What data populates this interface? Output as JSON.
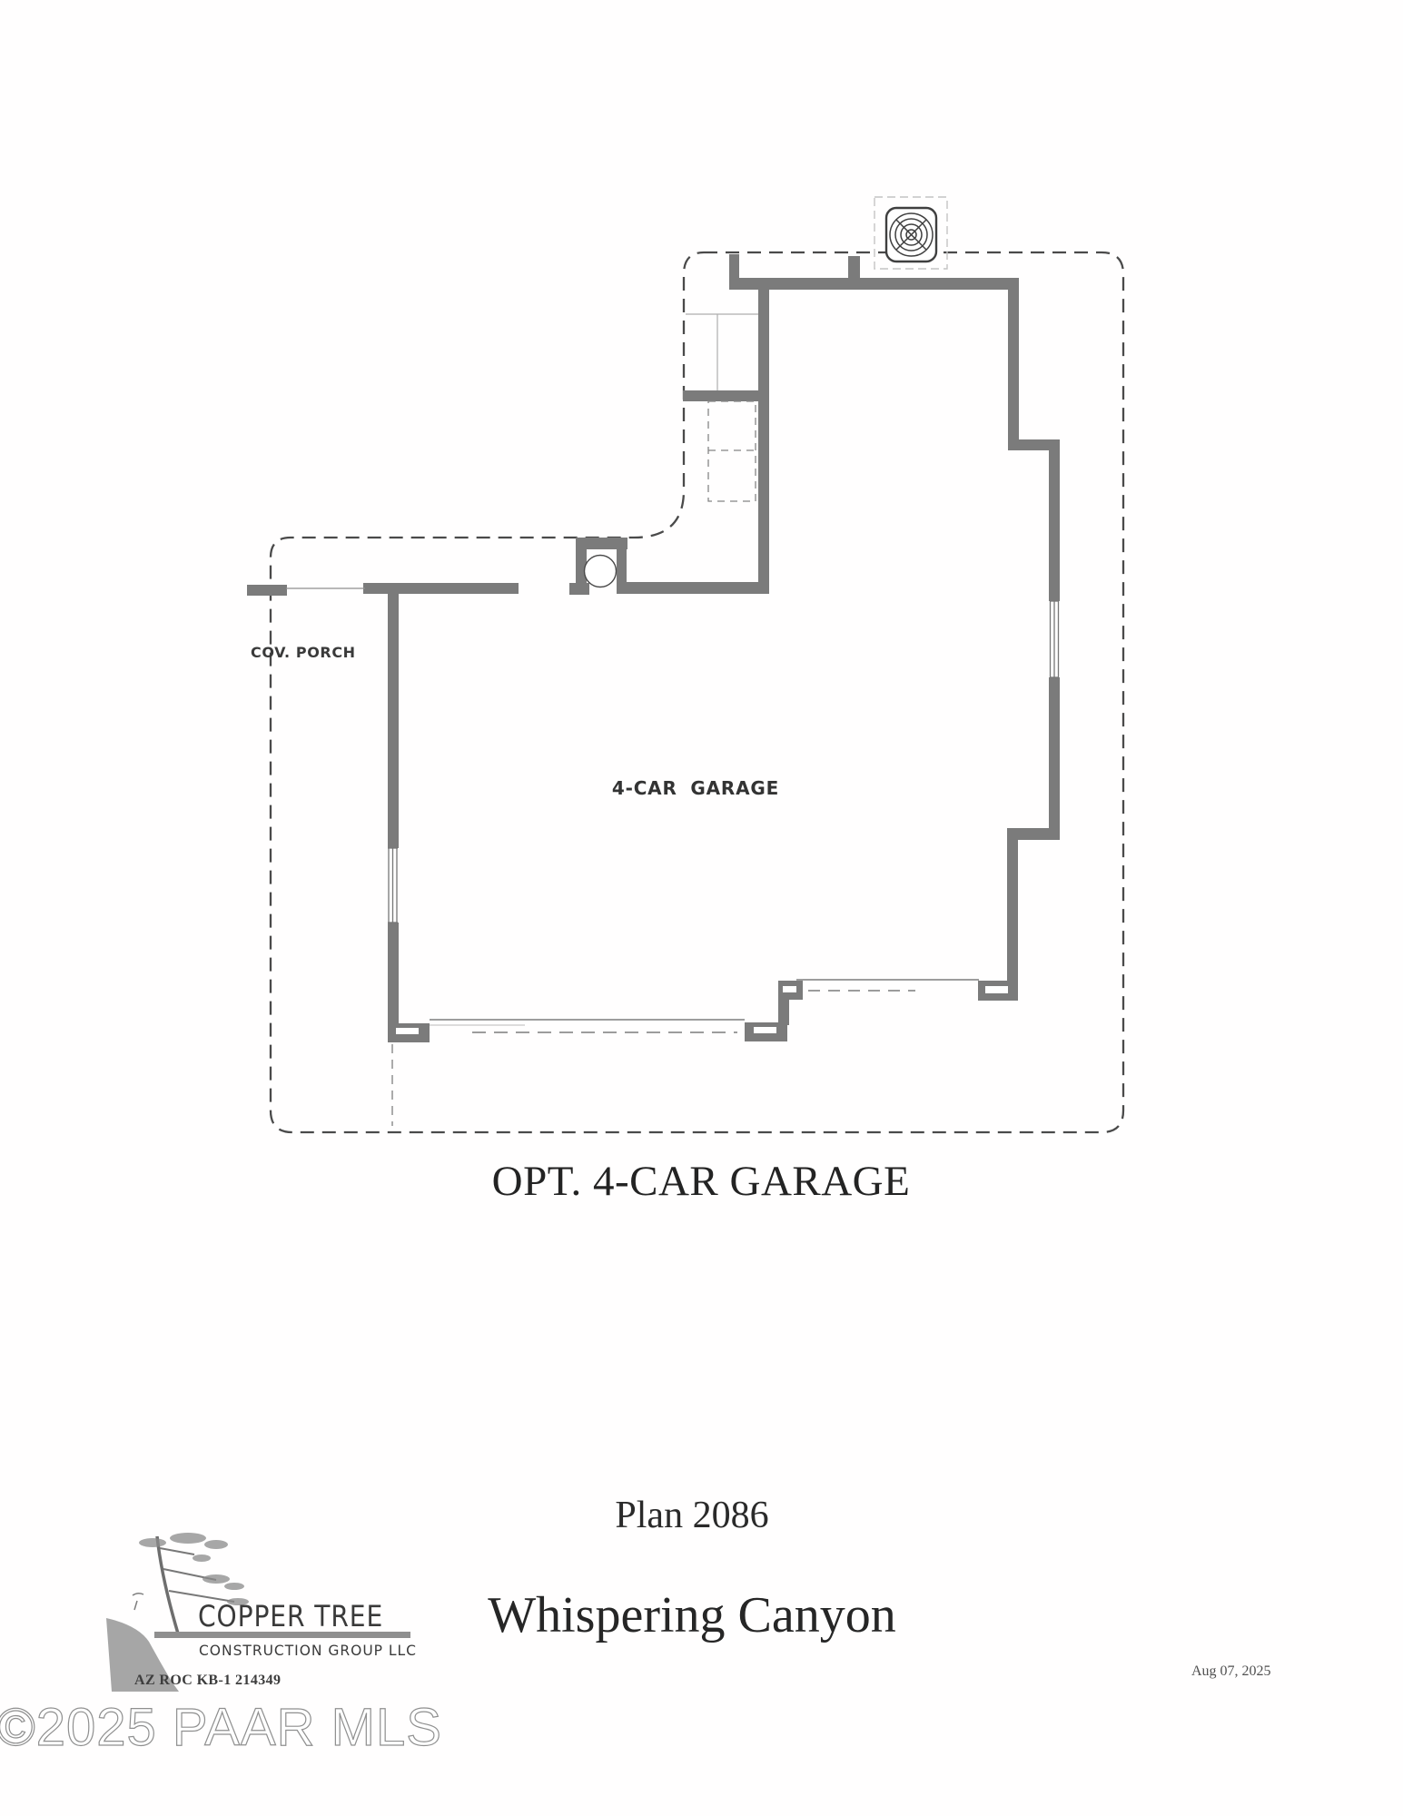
{
  "plan": {
    "labels": {
      "porch": "COV. PORCH",
      "garage": "4-CAR GARAGE"
    },
    "caption": "OPT. 4-CAR GARAGE",
    "fan_icon": "ceiling-fan-vent-icon"
  },
  "titleblock": {
    "plan_number": "Plan 2086",
    "subdivision": "Whispering Canyon",
    "date": "Aug 07, 2025"
  },
  "builder": {
    "name": "COPPER TREE",
    "subtitle": "CONSTRUCTION GROUP LLC",
    "license": "AZ ROC KB-1 214349"
  },
  "watermark": "©2025 PAAR MLS",
  "colors": {
    "wall": "#7b7b7b",
    "linework": "#4a4a4a",
    "text": "#2b2b2b",
    "watermark_stroke": "#8f8f8f"
  }
}
